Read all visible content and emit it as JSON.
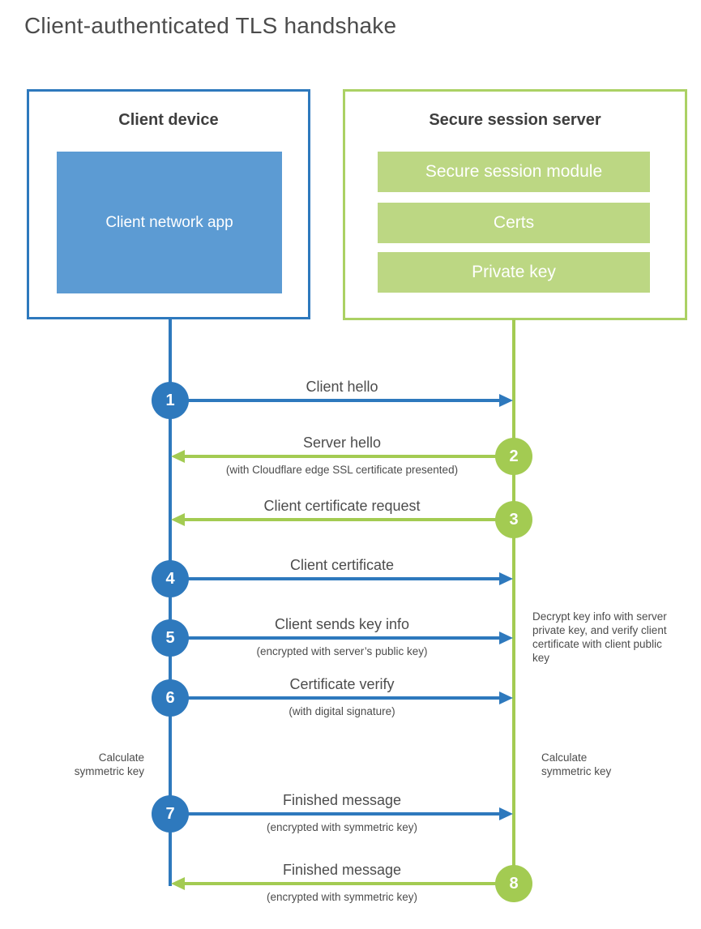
{
  "title": "Client-authenticated TLS handshake",
  "colors": {
    "blue": "#2E79BD",
    "blue_fill": "#5C9BD3",
    "green": "#A3CB52",
    "green_fill": "#BCD783",
    "green_border": "#ABD164",
    "heading_text": "#3E3E3E",
    "body_text": "#4C4C4C"
  },
  "client_box": {
    "title": "Client device",
    "app_label": "Client network app"
  },
  "server_box": {
    "title": "Secure session server",
    "modules": [
      "Secure session module",
      "Certs",
      "Private key"
    ]
  },
  "messages": [
    {
      "number": "1",
      "from": "client",
      "label": "Client hello",
      "sublabel": ""
    },
    {
      "number": "2",
      "from": "server",
      "label": "Server hello",
      "sublabel": "(with Cloudflare edge SSL certificate presented)"
    },
    {
      "number": "3",
      "from": "server",
      "label": "Client certificate request",
      "sublabel": ""
    },
    {
      "number": "4",
      "from": "client",
      "label": "Client certificate",
      "sublabel": ""
    },
    {
      "number": "5",
      "from": "client",
      "label": "Client sends key info",
      "sublabel": "(encrypted with server’s public key)"
    },
    {
      "number": "6",
      "from": "client",
      "label": "Certificate verify",
      "sublabel": "(with digital signature)"
    },
    {
      "number": "7",
      "from": "client",
      "label": "Finished message",
      "sublabel": "(encrypted with symmetric key)"
    },
    {
      "number": "8",
      "from": "server",
      "label": "Finished message",
      "sublabel": "(encrypted with symmetric key)"
    }
  ],
  "annotations": {
    "decrypt_note": "Decrypt key info with server private key, and verify client certificate with client public key",
    "calc_left": "Calculate symmetric key",
    "calc_right": "Calculate symmetric key"
  }
}
